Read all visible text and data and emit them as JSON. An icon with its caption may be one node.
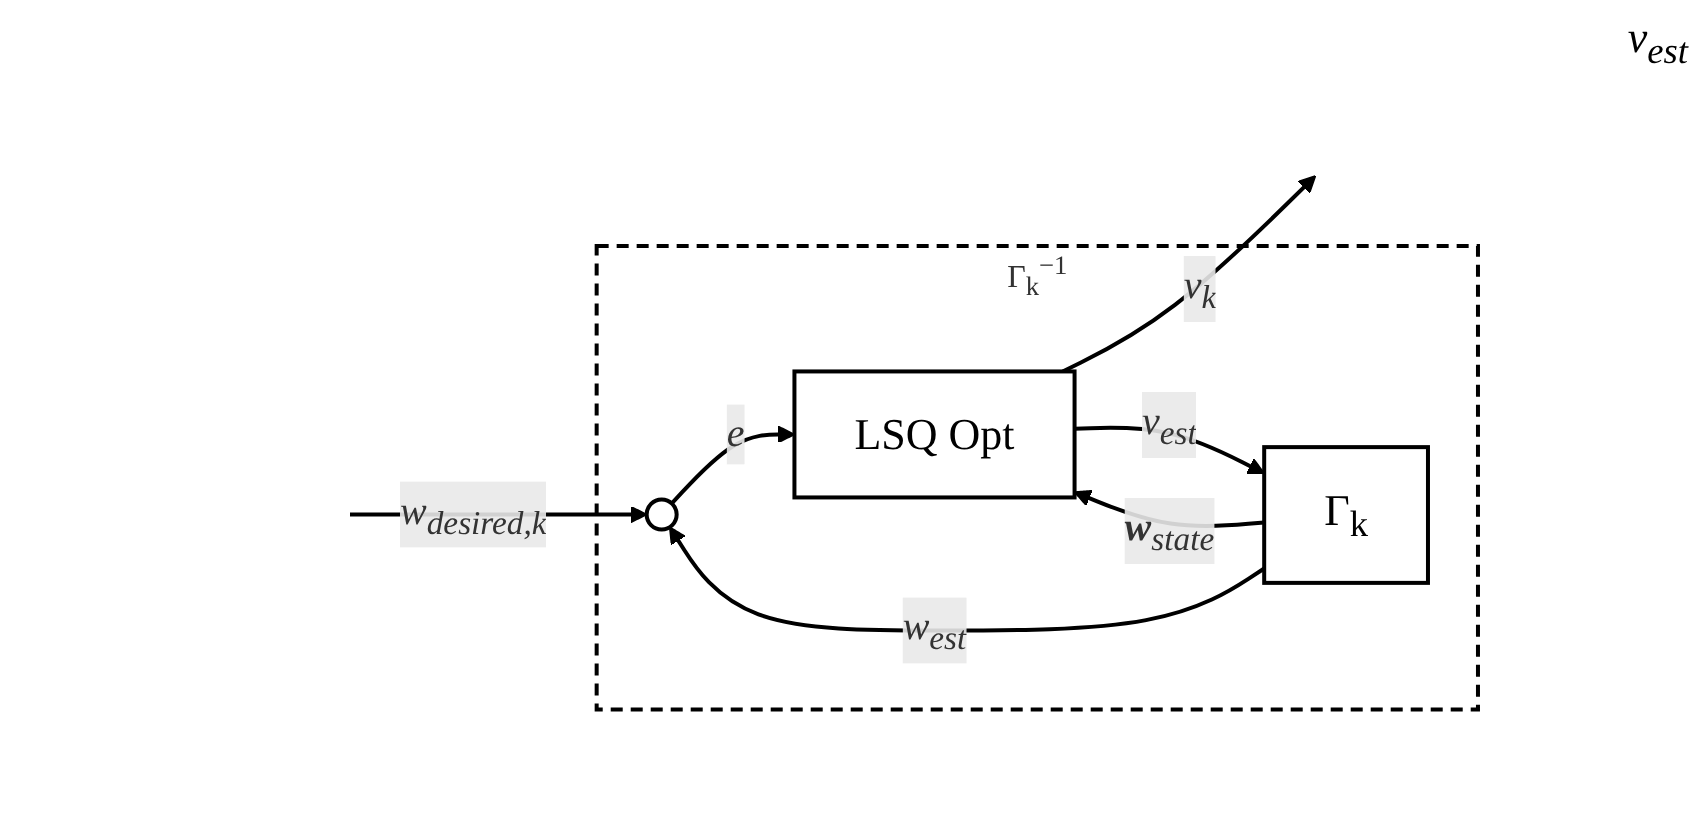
{
  "diagram": {
    "nodes": [
      {
        "text": [
          "Γ$_{k}$$^{−1}$"
        ]
      },
      {
        "text": [],
        "shape": "circle",
        "in": 0
      },
      {
        "text": [
          "LSQ Opt"
        ],
        "in": 0
      },
      {
        "text": [
          "Γ$_{k}$"
        ],
        "in": 0
      }
    ],
    "edges": [
      {
        "from": null,
        "to": 1,
        "arrow": "to",
        "label": "w$_{desired,k}$"
      },
      {
        "from": 1,
        "to": 2,
        "arrow": "to",
        "label": "e"
      },
      {
        "from": 2,
        "to": null,
        "arrow": "to",
        "label": "v$_{k}$"
      },
      {
        "from": 2,
        "to": 3,
        "arrow": "to",
        "label": "v$_{est}$"
      },
      {
        "from": 3,
        "to": 2,
        "arrow": "to",
        "label": "**w**$_{state}$"
      },
      {
        "from": 3,
        "to": 1,
        "arrow": "to",
        "label": "w$_{est}$"
      }
    ],
    "labels": [
      "v$_{est}$"
    ]
  }
}
